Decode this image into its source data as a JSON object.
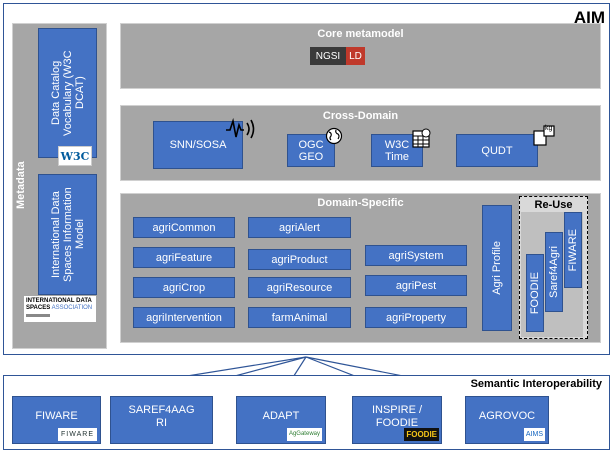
{
  "aim": {
    "title": "AIM"
  },
  "metadata": {
    "label": "Metadata",
    "dcat": "Data Catalog Vocabulary (W3C DCAT)",
    "w3c_logo": "W3C",
    "ids": "International Data Spaces Information Model",
    "ids_logo_line1": "INTERNATIONAL DATA",
    "ids_logo_line2": "SPACES",
    "ids_logo_line2b": "ASSOCIATION"
  },
  "core": {
    "title": "Core metamodel",
    "ngsi": "NGSI",
    "ld": "LD"
  },
  "cross": {
    "title": "Cross-Domain",
    "items": [
      "SNN/SOSA",
      "OGC GEO",
      "W3C Time",
      "QUDT"
    ],
    "icons": [
      "signal-icon",
      "globe-icon",
      "calendar-clock-icon",
      "weight-icon"
    ],
    "qudt_icon_text": "kg"
  },
  "domain": {
    "title": "Domain-Specific",
    "col1": [
      "agriCommon",
      "agriFeature",
      "agriCrop",
      "agriIntervention"
    ],
    "col2": [
      "agriAlert",
      "agriProduct",
      "agriResource",
      "farmAnimal"
    ],
    "col3": [
      "agriSystem",
      "agriPest",
      "agriProperty"
    ],
    "profile": "Agri Profile",
    "reuse": {
      "title": "Re-Use",
      "items": [
        "FOODIE",
        "Saref4Agri",
        "FIWARE"
      ]
    }
  },
  "semantic": {
    "title": "Semantic Interoperability",
    "items": [
      {
        "label": "FIWARE",
        "logo": "FIWARE"
      },
      {
        "label": "SAREF4AAG RI",
        "logo": ""
      },
      {
        "label": "ADAPT",
        "logo": "AgGateway"
      },
      {
        "label": "INSPIRE / FOODIE",
        "logo": "FOODIE"
      },
      {
        "label": "AGROVOC",
        "logo": "AIMS"
      }
    ]
  },
  "colors": {
    "frame": "#2f5597",
    "box": "#4472c4",
    "panel": "#a6a6a6"
  }
}
